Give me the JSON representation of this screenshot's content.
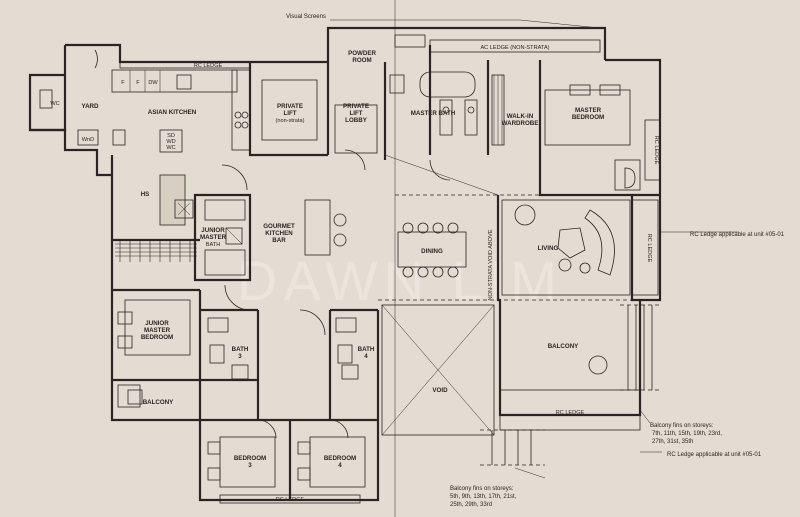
{
  "rooms": {
    "yard": "YARD",
    "wc": "WC",
    "wd": "WnD",
    "asian_kitchen": "ASIAN KITCHEN",
    "hs": "HS",
    "private_lift": "PRIVATE",
    "private_lift_2": "LIFT",
    "private_lift_3": "(non-strata)",
    "private_lift_lobby": "PRIVATE",
    "private_lift_lobby_2": "LIFT",
    "private_lift_lobby_3": "LOBBY",
    "powder_room": "POWDER",
    "powder_room_2": "ROOM",
    "master_bath": "MASTER BATH",
    "walk_in_wardrobe": "WALK-IN",
    "walk_in_wardrobe_2": "WARDROBE",
    "master_bedroom": "MASTER",
    "master_bedroom_2": "BEDROOM",
    "junior_master_bath": "JUNIOR",
    "junior_master_bath_2": "MASTER",
    "junior_master_bath_3": "BATH",
    "gourmet_kitchen": "GOURMET",
    "gourmet_kitchen_2": "KITCHEN",
    "gourmet_kitchen_3": "BAR",
    "dining": "DINING",
    "living": "LIVING",
    "junior_master_bedroom": "JUNIOR",
    "junior_master_bedroom_2": "MASTER",
    "junior_master_bedroom_3": "BEDROOM",
    "bath3": "BATH",
    "bath3_num": "3",
    "bath4": "BATH",
    "bath4_num": "4",
    "bedroom3": "BEDROOM",
    "bedroom3_num": "3",
    "bedroom4": "BEDROOM",
    "bedroom4_num": "4",
    "balcony_left": "BALCONY",
    "balcony_right": "BALCONY",
    "void": "VOID",
    "non_strata_void": "NON-STRATA VOID ABOVE"
  },
  "fixtures": {
    "f1": "F",
    "f2": "F",
    "dw": "DW",
    "sd": "SD",
    "wd_small": "WD",
    "wc_small": "WC",
    "ac_ledge_top": "AC LEDGE (NON-STRATA)",
    "rc_ledge_top": "RC LEDGE",
    "rc_ledge_right1": "RC LEDGE",
    "rc_ledge_right2": "RC LEDGE",
    "rc_ledge_mid": "RC LEDGE",
    "rc_ledge_bottom": "RC LEDGE"
  },
  "notes": {
    "visual_screens": "Visual Screens",
    "rc_ledge_0501_a": "RC Ledge applicable at unit #05-01",
    "rc_ledge_0501_b": "RC Ledge applicable at unit #05-01",
    "fins_right_1": "Balcony fins on storeys:",
    "fins_right_2": "7th, 11th, 15th, 19th, 23rd,",
    "fins_right_3": "27th, 31st, 35th",
    "fins_bottom_1": "Balcony fins on storeys:",
    "fins_bottom_2": "5th, 9th, 13th, 17th, 21st,",
    "fins_bottom_3": "25th, 29th, 33rd"
  },
  "watermark": "DAWN LIM"
}
